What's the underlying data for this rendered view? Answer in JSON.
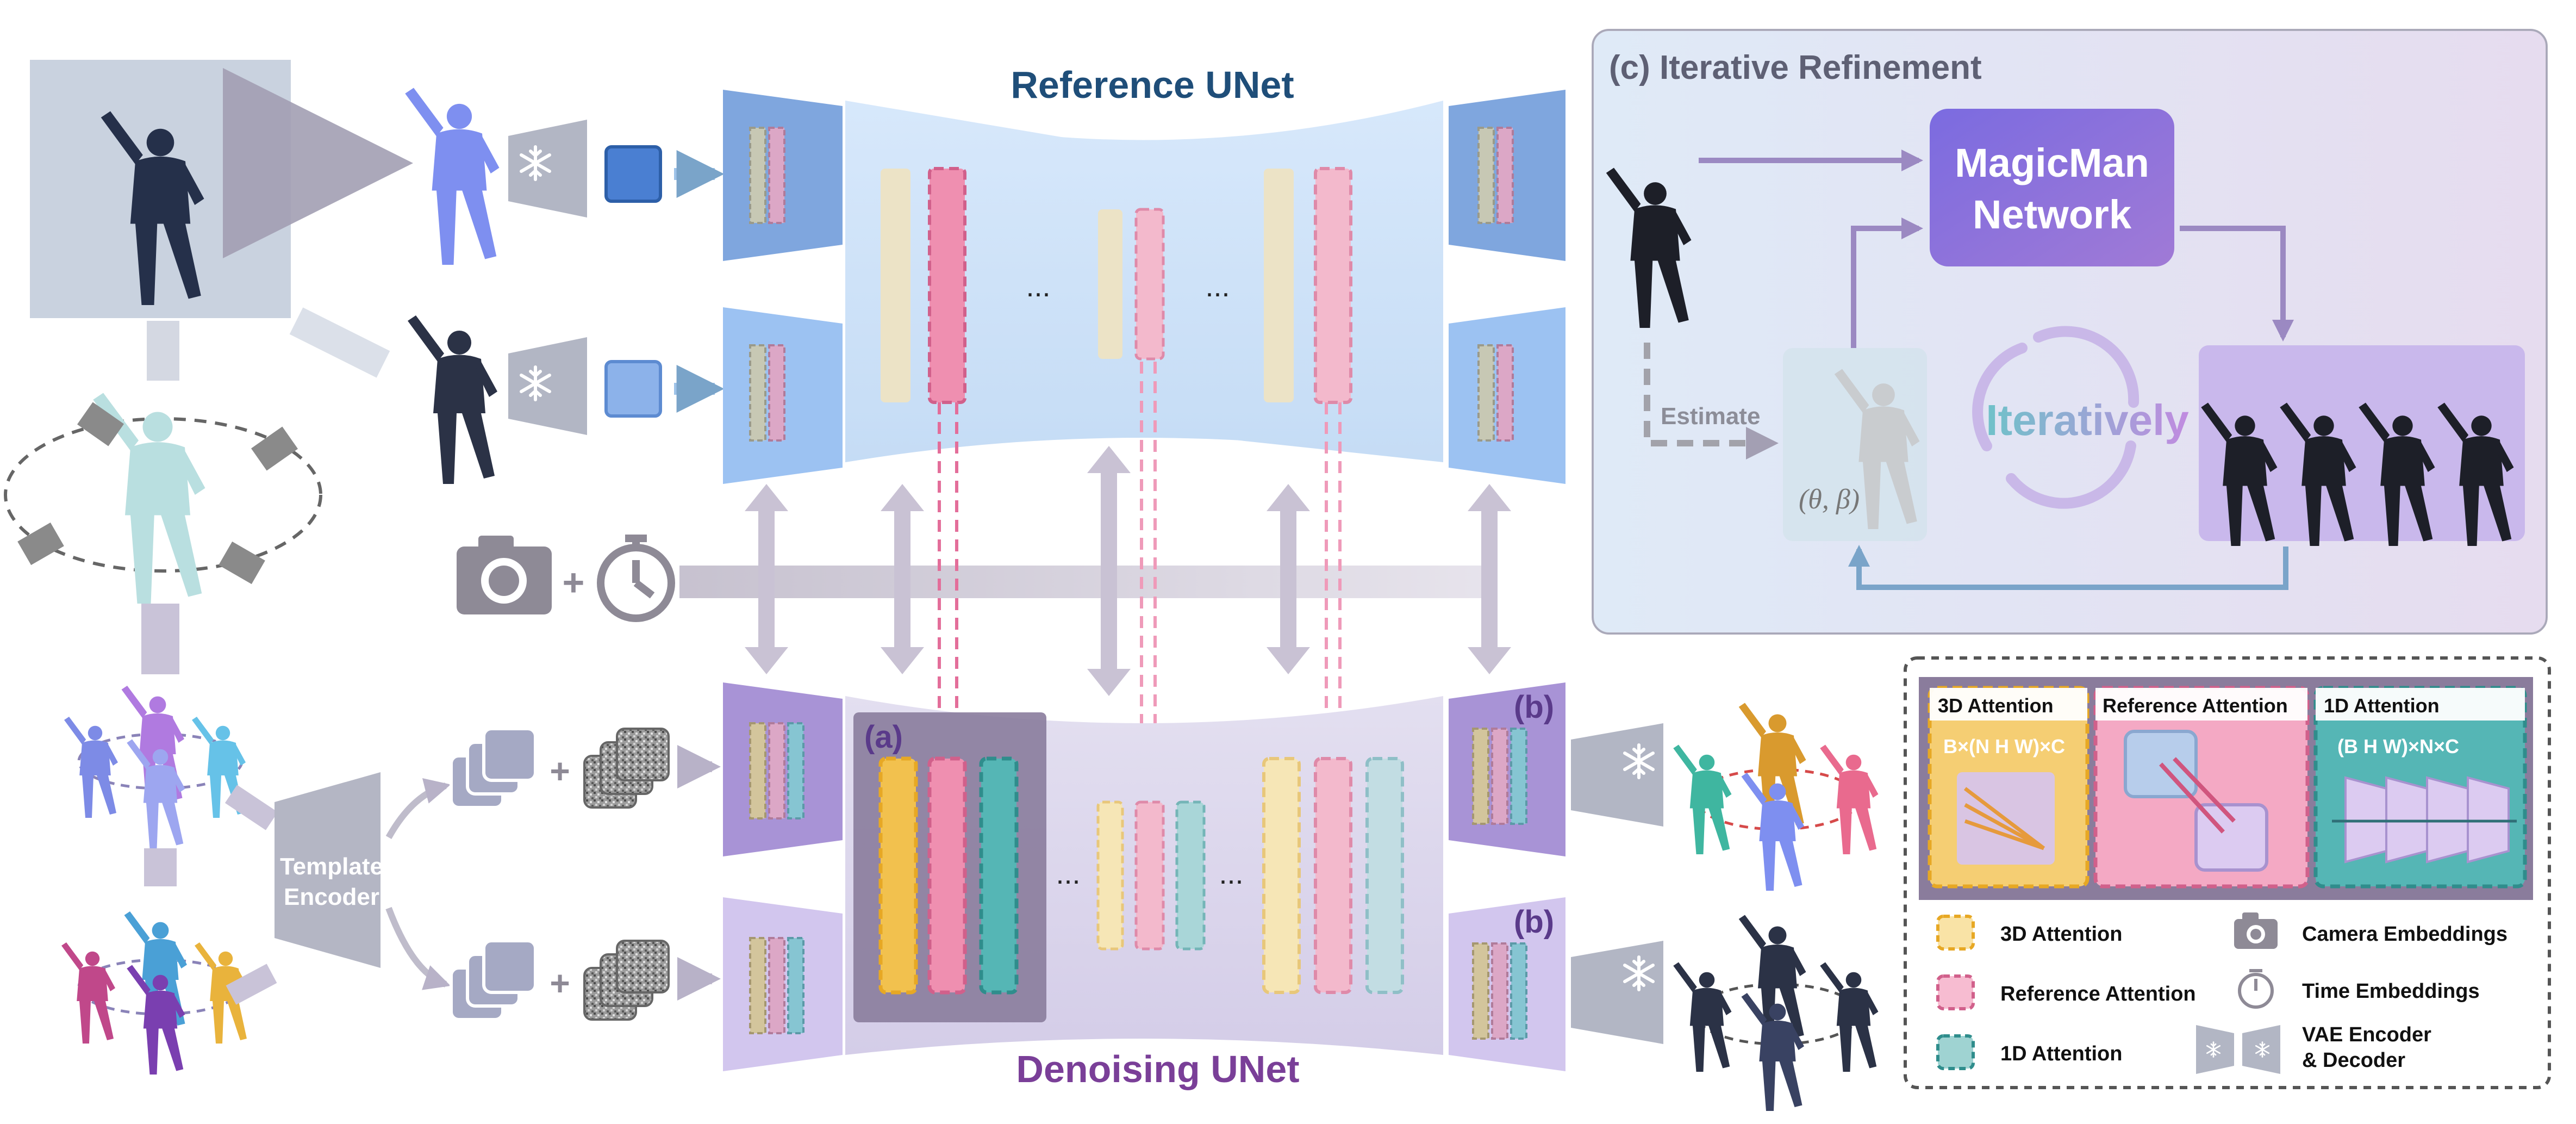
{
  "titles": {
    "reference_unet": "Reference UNet",
    "denoising_unet": "Denoising UNet",
    "iterative_refinement": "(c) Iterative Refinement"
  },
  "labels": {
    "template_encoder_line1": "Template",
    "template_encoder_line2": "Encoder",
    "ellipsis": "...",
    "tag_a": "(a)",
    "tag_b": "(b)",
    "estimate": "Estimate",
    "theta_beta": "(θ, β)",
    "iteratively": "Iteratively",
    "magicman_line1": "MagicMan",
    "magicman_line2": "Network",
    "plus": "+"
  },
  "detail_panels": {
    "attn3d": {
      "title": "3D Attention",
      "formula": "B×(N H W)×C"
    },
    "ref_attn": {
      "title": "Reference Attention"
    },
    "attn1d": {
      "title": "1D Attention",
      "formula": "(B H W)×N×C"
    }
  },
  "legend": {
    "attn3d": "3D Attention",
    "ref_attn": "Reference Attention",
    "attn1d": "1D Attention",
    "camera": "Camera Embeddings",
    "time": "Time Embeddings",
    "vae_line1": "VAE Encoder",
    "vae_line2": "& Decoder"
  },
  "colors": {
    "ref_blue": "#cfe2f7",
    "den_purple": "#d9d4ea",
    "title_blue": "#1f4e79",
    "title_purple": "#7a3f98",
    "attn3d": "#f2c14e",
    "ref_attn": "#ef8fb0",
    "attn1d": "#55b6b5",
    "beige": "#ece3c6",
    "gray_arrow": "#c4bfcf",
    "magicman": "#8e6fd8"
  },
  "icons": [
    "snowflake-icon",
    "camera-icon",
    "stopwatch-icon",
    "noise-icon"
  ]
}
